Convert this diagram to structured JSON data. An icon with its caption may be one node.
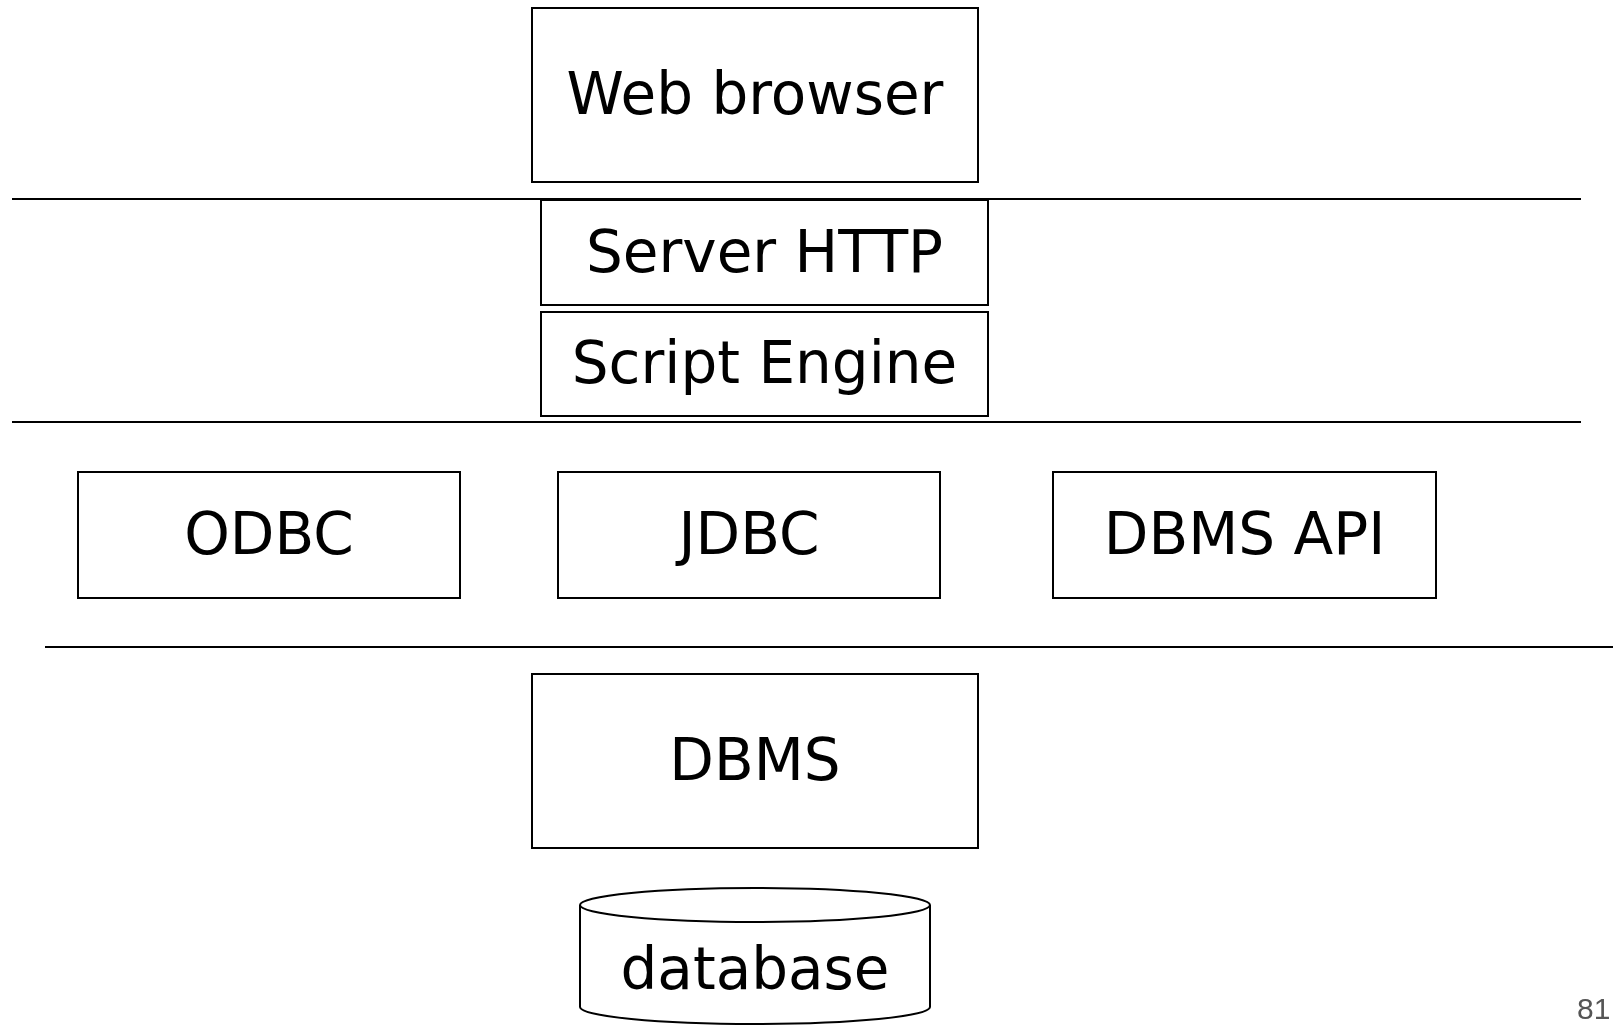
{
  "diagram": {
    "nodes": [
      {
        "text": [
          "Web browser"
        ]
      },
      {
        "text": [
          "Server HTTP"
        ]
      },
      {
        "text": [
          "Script Engine"
        ]
      },
      {
        "text": [
          "ODBC"
        ]
      },
      {
        "text": [
          "JDBC"
        ]
      },
      {
        "text": [
          "DBMS API"
        ]
      },
      {
        "text": [
          "DBMS"
        ]
      },
      {
        "text": [
          "database"
        ]
      }
    ],
    "labels": [
      "81"
    ]
  }
}
